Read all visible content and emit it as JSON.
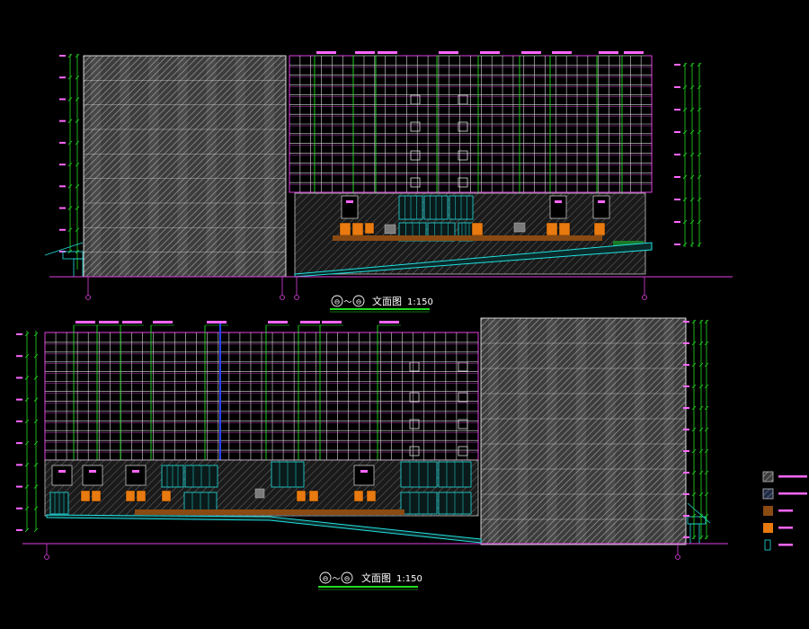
{
  "drawing": {
    "background": "#000000",
    "colors": {
      "grid_white": "#dcdcdc",
      "grid_magenta": "#e040e0",
      "green": "#22dd22",
      "cyan": "#22e0e0",
      "blue": "#2244ff",
      "orange": "#e87a10",
      "brown": "#8a4a12",
      "hatch": "#8a8a8a"
    },
    "upper_elevation": {
      "title_text": "文面图",
      "scale_text": "1:150",
      "axis_from": "⊖",
      "axis_to": "⊖",
      "separator": "〜"
    },
    "lower_elevation": {
      "title_text": "文面图",
      "scale_text": "1:150",
      "axis_from": "⊖",
      "axis_to": "⊖",
      "separator": "〜"
    },
    "legend": {
      "items": [
        {
          "swatch": "hatch-grey"
        },
        {
          "swatch": "hatch-blue"
        },
        {
          "swatch": "brown"
        },
        {
          "swatch": "orange"
        },
        {
          "swatch": "glass"
        }
      ]
    }
  }
}
